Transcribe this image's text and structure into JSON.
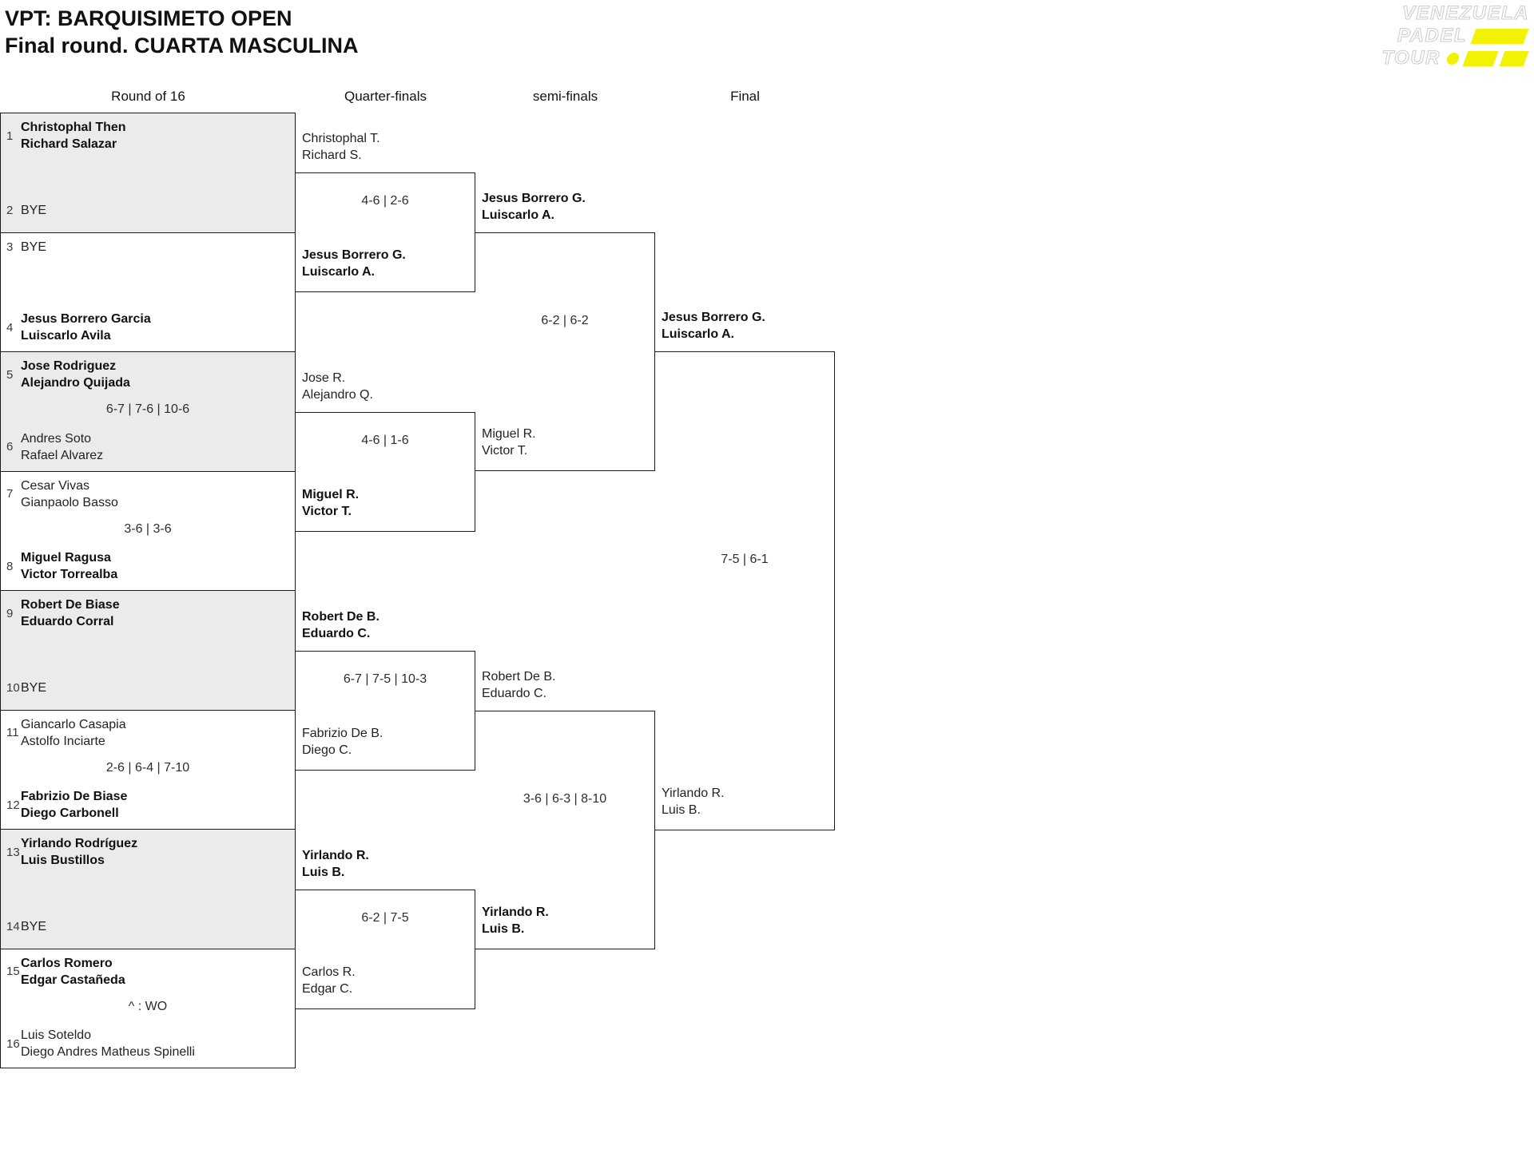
{
  "header": {
    "title_line1": "VPT: BARQUISIMETO OPEN",
    "title_line2": "Final round. CUARTA MASCULINA"
  },
  "logo": {
    "line1": "VENEZUELA",
    "line2": "PADEL",
    "line3": "TOUR",
    "accent_color": "#f2f204"
  },
  "colors": {
    "row_shade": "#ebebeb",
    "line": "#1a1a1a",
    "background": "#ffffff"
  },
  "round_headers": [
    "Round of 16",
    "Quarter-finals",
    "semi-finals",
    "Final"
  ],
  "round_of_16": [
    {
      "seed_top": "1",
      "top": [
        "Christophal Then",
        "Richard Salazar"
      ],
      "top_winner": true,
      "seed_bottom": "2",
      "bottom": [
        "BYE"
      ],
      "bottom_winner": false,
      "score": ""
    },
    {
      "seed_top": "3",
      "top": [
        "BYE"
      ],
      "top_winner": false,
      "seed_bottom": "4",
      "bottom": [
        "Jesus Borrero Garcia",
        "Luiscarlo Avila"
      ],
      "bottom_winner": true,
      "score": ""
    },
    {
      "seed_top": "5",
      "top": [
        "Jose Rodriguez",
        "Alejandro Quijada"
      ],
      "top_winner": true,
      "seed_bottom": "6",
      "bottom": [
        "Andres Soto",
        "Rafael Alvarez"
      ],
      "bottom_winner": false,
      "score": "6-7 | 7-6 | 10-6"
    },
    {
      "seed_top": "7",
      "top": [
        "Cesar Vivas",
        "Gianpaolo Basso"
      ],
      "top_winner": false,
      "seed_bottom": "8",
      "bottom": [
        "Miguel Ragusa",
        "Victor Torrealba"
      ],
      "bottom_winner": true,
      "score": "3-6 | 3-6"
    },
    {
      "seed_top": "9",
      "top": [
        "Robert De Biase",
        "Eduardo Corral"
      ],
      "top_winner": true,
      "seed_bottom": "10",
      "bottom": [
        "BYE"
      ],
      "bottom_winner": false,
      "score": ""
    },
    {
      "seed_top": "11",
      "top": [
        "Giancarlo Casapia",
        "Astolfo Inciarte"
      ],
      "top_winner": false,
      "seed_bottom": "12",
      "bottom": [
        "Fabrizio De Biase",
        "Diego Carbonell"
      ],
      "bottom_winner": true,
      "score": "2-6 | 6-4 | 7-10"
    },
    {
      "seed_top": "13",
      "top": [
        "Yirlando Rodríguez",
        "Luis Bustillos"
      ],
      "top_winner": true,
      "seed_bottom": "14",
      "bottom": [
        "BYE"
      ],
      "bottom_winner": false,
      "score": ""
    },
    {
      "seed_top": "15",
      "top": [
        "Carlos Romero",
        "Edgar Castañeda"
      ],
      "top_winner": true,
      "seed_bottom": "16",
      "bottom": [
        "Luis Soteldo",
        "Diego Andres Matheus Spinelli"
      ],
      "bottom_winner": false,
      "score": "^ : WO"
    }
  ],
  "quarter_finals": [
    {
      "top": [
        "Christophal T.",
        "Richard S."
      ],
      "top_winner": false,
      "score": "4-6 | 2-6",
      "bottom": [
        "Jesus Borrero G.",
        "Luiscarlo A."
      ],
      "bottom_winner": true
    },
    {
      "top": [
        "Jose R.",
        "Alejandro Q."
      ],
      "top_winner": false,
      "score": "4-6 | 1-6",
      "bottom": [
        "Miguel R.",
        "Victor T."
      ],
      "bottom_winner": true
    },
    {
      "top": [
        "Robert De B.",
        "Eduardo C."
      ],
      "top_winner": true,
      "score": "6-7 | 7-5 | 10-3",
      "bottom": [
        "Fabrizio De B.",
        "Diego C."
      ],
      "bottom_winner": false
    },
    {
      "top": [
        "Yirlando R.",
        "Luis B."
      ],
      "top_winner": true,
      "score": "6-2 | 7-5",
      "bottom": [
        "Carlos R.",
        "Edgar C."
      ],
      "bottom_winner": false
    }
  ],
  "semi_finals": [
    {
      "top": [
        "Jesus Borrero G.",
        "Luiscarlo A."
      ],
      "top_winner": true,
      "score": "6-2 | 6-2",
      "bottom": [
        "Miguel R.",
        "Victor T."
      ],
      "bottom_winner": false
    },
    {
      "top": [
        "Robert De B.",
        "Eduardo C."
      ],
      "top_winner": false,
      "score": "3-6 | 6-3 | 8-10",
      "bottom": [
        "Yirlando R.",
        "Luis B."
      ],
      "bottom_winner": true
    }
  ],
  "final": {
    "top": [
      "Jesus Borrero G.",
      "Luiscarlo A."
    ],
    "top_winner": true,
    "score": "7-5 | 6-1",
    "bottom": [
      "Yirlando R.",
      "Luis B."
    ],
    "bottom_winner": false
  }
}
